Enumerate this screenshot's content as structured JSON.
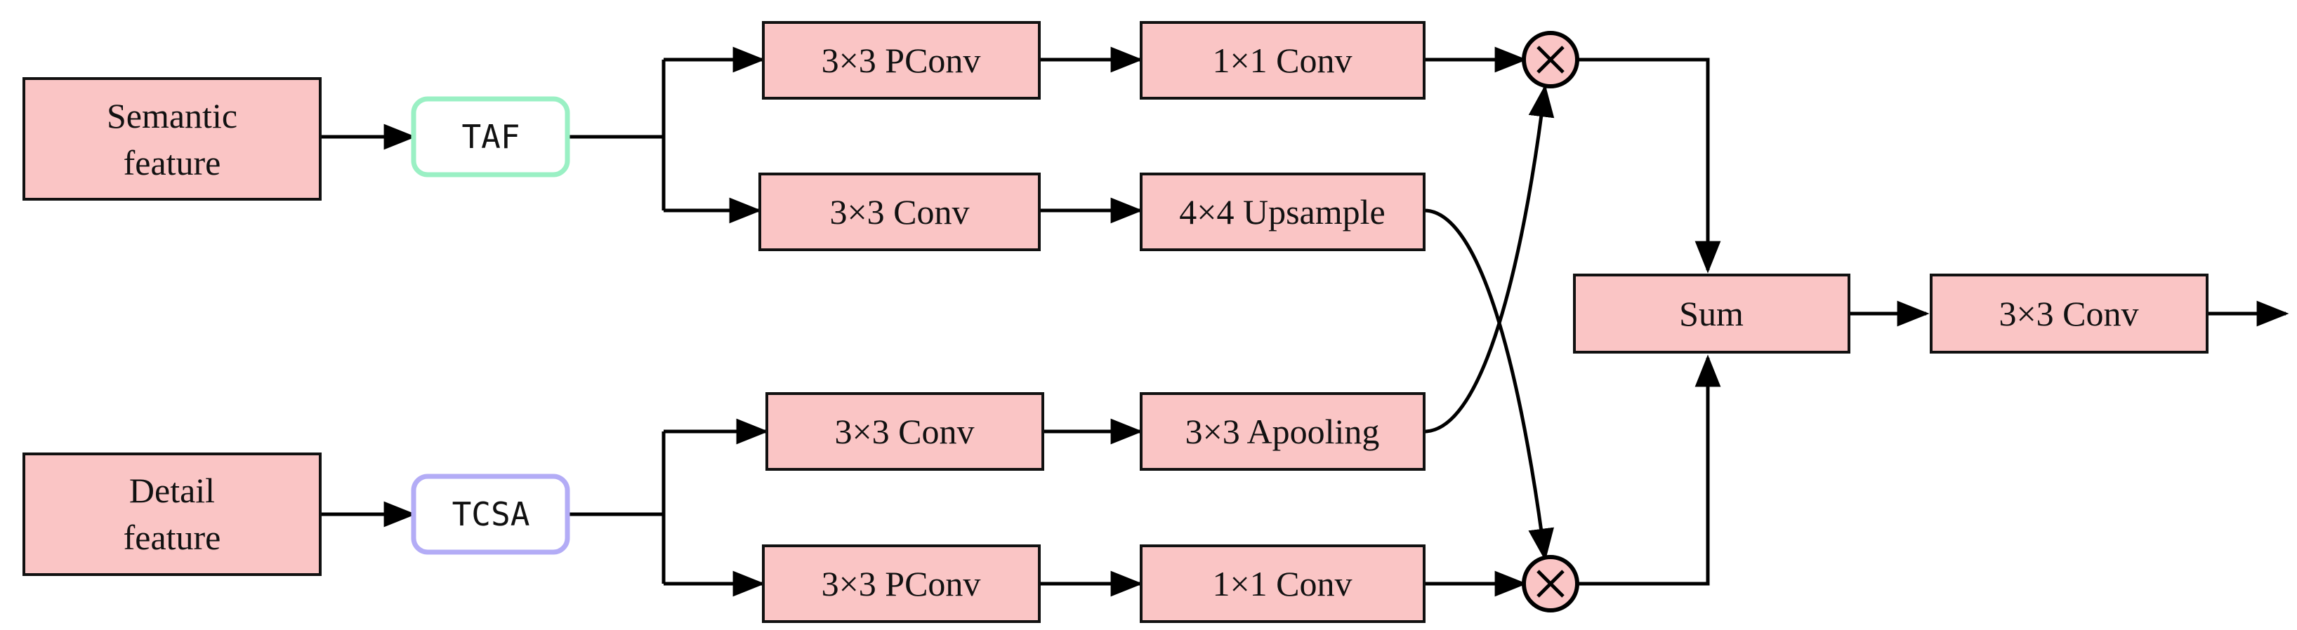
{
  "inputs": {
    "semantic": [
      "Semantic",
      "feature"
    ],
    "detail": [
      "Detail",
      "feature"
    ]
  },
  "attention": {
    "taf": "TAF",
    "tcsa": "TCSA"
  },
  "top_branch": {
    "a1": "3×3 PConv",
    "a2": "1×1 Conv",
    "b1": "3×3 Conv",
    "b2": "4×4 Upsample"
  },
  "bottom_branch": {
    "c1": "3×3 Conv",
    "c2": "3×3 Apooling",
    "d1": "3×3 PConv",
    "d2": "1×1 Conv"
  },
  "fusion": {
    "sum": "Sum",
    "out": "3×3 Conv"
  },
  "colors": {
    "box_fill": "#fac5c5",
    "taf_border": "#9af0c4",
    "tcsa_border": "#b3acf6"
  },
  "icons": {
    "multiply": "multiply-icon"
  }
}
